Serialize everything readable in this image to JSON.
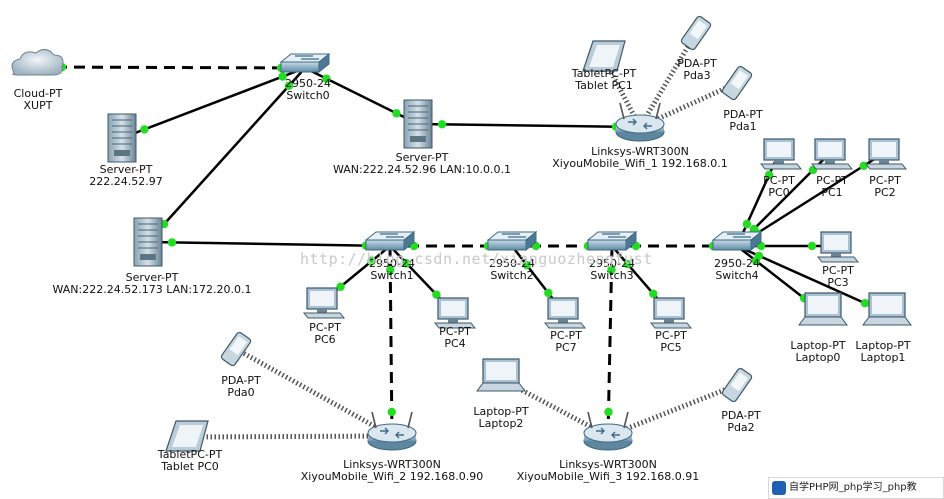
{
  "watermark": "http://blog.csdn.net/xianguozhengfust",
  "site_badge": "自学PHP网_php学习_php教",
  "colors": {
    "link_dot": "#22dd22",
    "line": "#000000",
    "wireless": "#555555"
  },
  "nodes": {
    "cloud": {
      "kind": "cloud",
      "l1": "Cloud-PT",
      "l2": "XUPT"
    },
    "sw0": {
      "kind": "switch",
      "l1": "2950-24",
      "l2": "Switch0"
    },
    "srv1": {
      "kind": "server",
      "l1": "Server-PT",
      "l2": "222.24.52.97"
    },
    "srv2": {
      "kind": "server",
      "l1": "Server-PT",
      "l2": "WAN:222.24.52.96  LAN:10.0.0.1"
    },
    "srv3": {
      "kind": "server",
      "l1": "Server-PT",
      "l2": "WAN:222.24.52.173  LAN:172.20.0.1"
    },
    "r1": {
      "kind": "router",
      "l1": "Linksys-WRT300N",
      "l2": "XiyouMobile_Wifi_1 192.168.0.1"
    },
    "tab1": {
      "kind": "tablet",
      "l1": "TabletPC-PT",
      "l2": "Tablet PC1"
    },
    "pda3": {
      "kind": "pda",
      "l1": "PDA-PT",
      "l2": "Pda3"
    },
    "pda1": {
      "kind": "pda",
      "l1": "PDA-PT",
      "l2": "Pda1"
    },
    "sw1": {
      "kind": "switch",
      "l1": "2950-24",
      "l2": "Switch1"
    },
    "sw2": {
      "kind": "switch",
      "l1": "2950-24",
      "l2": "Switch2"
    },
    "sw3": {
      "kind": "switch",
      "l1": "2950-24",
      "l2": "Switch3"
    },
    "sw4": {
      "kind": "switch",
      "l1": "2950-24",
      "l2": "Switch4"
    },
    "pc0": {
      "kind": "pc",
      "l1": "PC-PT",
      "l2": "PC0"
    },
    "pc1": {
      "kind": "pc",
      "l1": "PC-PT",
      "l2": "PC1"
    },
    "pc2": {
      "kind": "pc",
      "l1": "PC-PT",
      "l2": "PC2"
    },
    "pc3": {
      "kind": "pc",
      "l1": "PC-PT",
      "l2": "PC3"
    },
    "pc4": {
      "kind": "pc",
      "l1": "PC-PT",
      "l2": "PC4"
    },
    "pc5": {
      "kind": "pc",
      "l1": "PC-PT",
      "l2": "PC5"
    },
    "pc6": {
      "kind": "pc",
      "l1": "PC-PT",
      "l2": "PC6"
    },
    "pc7": {
      "kind": "pc",
      "l1": "PC-PT",
      "l2": "PC7"
    },
    "lap0": {
      "kind": "laptop",
      "l1": "Laptop-PT",
      "l2": "Laptop0"
    },
    "lap1": {
      "kind": "laptop",
      "l1": "Laptop-PT",
      "l2": "Laptop1"
    },
    "lap2": {
      "kind": "laptop",
      "l1": "Laptop-PT",
      "l2": "Laptop2"
    },
    "pda0": {
      "kind": "pda",
      "l1": "PDA-PT",
      "l2": "Pda0"
    },
    "tab0": {
      "kind": "tablet",
      "l1": "TabletPC-PT",
      "l2": "Tablet PC0"
    },
    "r2": {
      "kind": "router",
      "l1": "Linksys-WRT300N",
      "l2": "XiyouMobile_Wifi_2 192.168.0.90"
    },
    "r3": {
      "kind": "router",
      "l1": "Linksys-WRT300N",
      "l2": "XiyouMobile_Wifi_3 192.168.0.91"
    },
    "pda2": {
      "kind": "pda",
      "l1": "PDA-PT",
      "l2": "Pda2"
    }
  },
  "links": [
    {
      "a": "cloud",
      "b": "sw0",
      "style": "dashed"
    },
    {
      "a": "srv1",
      "b": "sw0",
      "style": "solid"
    },
    {
      "a": "sw0",
      "b": "srv2",
      "style": "solid"
    },
    {
      "a": "sw0",
      "b": "srv3",
      "style": "solid"
    },
    {
      "a": "srv2",
      "b": "r1",
      "style": "solid"
    },
    {
      "a": "srv3",
      "b": "sw1",
      "style": "solid"
    },
    {
      "a": "sw1",
      "b": "sw2",
      "style": "dashed"
    },
    {
      "a": "sw2",
      "b": "sw3",
      "style": "dashed"
    },
    {
      "a": "sw3",
      "b": "sw4",
      "style": "dashed"
    },
    {
      "a": "sw1",
      "b": "pc6",
      "style": "solid"
    },
    {
      "a": "sw1",
      "b": "pc4",
      "style": "solid"
    },
    {
      "a": "sw1",
      "b": "r2",
      "style": "dashed"
    },
    {
      "a": "sw2",
      "b": "pc7",
      "style": "solid"
    },
    {
      "a": "sw3",
      "b": "pc5",
      "style": "solid"
    },
    {
      "a": "sw3",
      "b": "r3",
      "style": "dashed"
    },
    {
      "a": "sw4",
      "b": "pc0",
      "style": "solid"
    },
    {
      "a": "sw4",
      "b": "pc1",
      "style": "solid"
    },
    {
      "a": "sw4",
      "b": "pc2",
      "style": "solid"
    },
    {
      "a": "sw4",
      "b": "pc3",
      "style": "solid"
    },
    {
      "a": "sw4",
      "b": "lap0",
      "style": "solid"
    },
    {
      "a": "sw4",
      "b": "lap1",
      "style": "solid"
    }
  ],
  "wireless": [
    {
      "a": "r1",
      "b": "tab1"
    },
    {
      "a": "r1",
      "b": "pda3"
    },
    {
      "a": "r1",
      "b": "pda1"
    },
    {
      "a": "r2",
      "b": "pda0"
    },
    {
      "a": "r2",
      "b": "tab0"
    },
    {
      "a": "r3",
      "b": "lap2"
    },
    {
      "a": "r3",
      "b": "pda2"
    }
  ]
}
